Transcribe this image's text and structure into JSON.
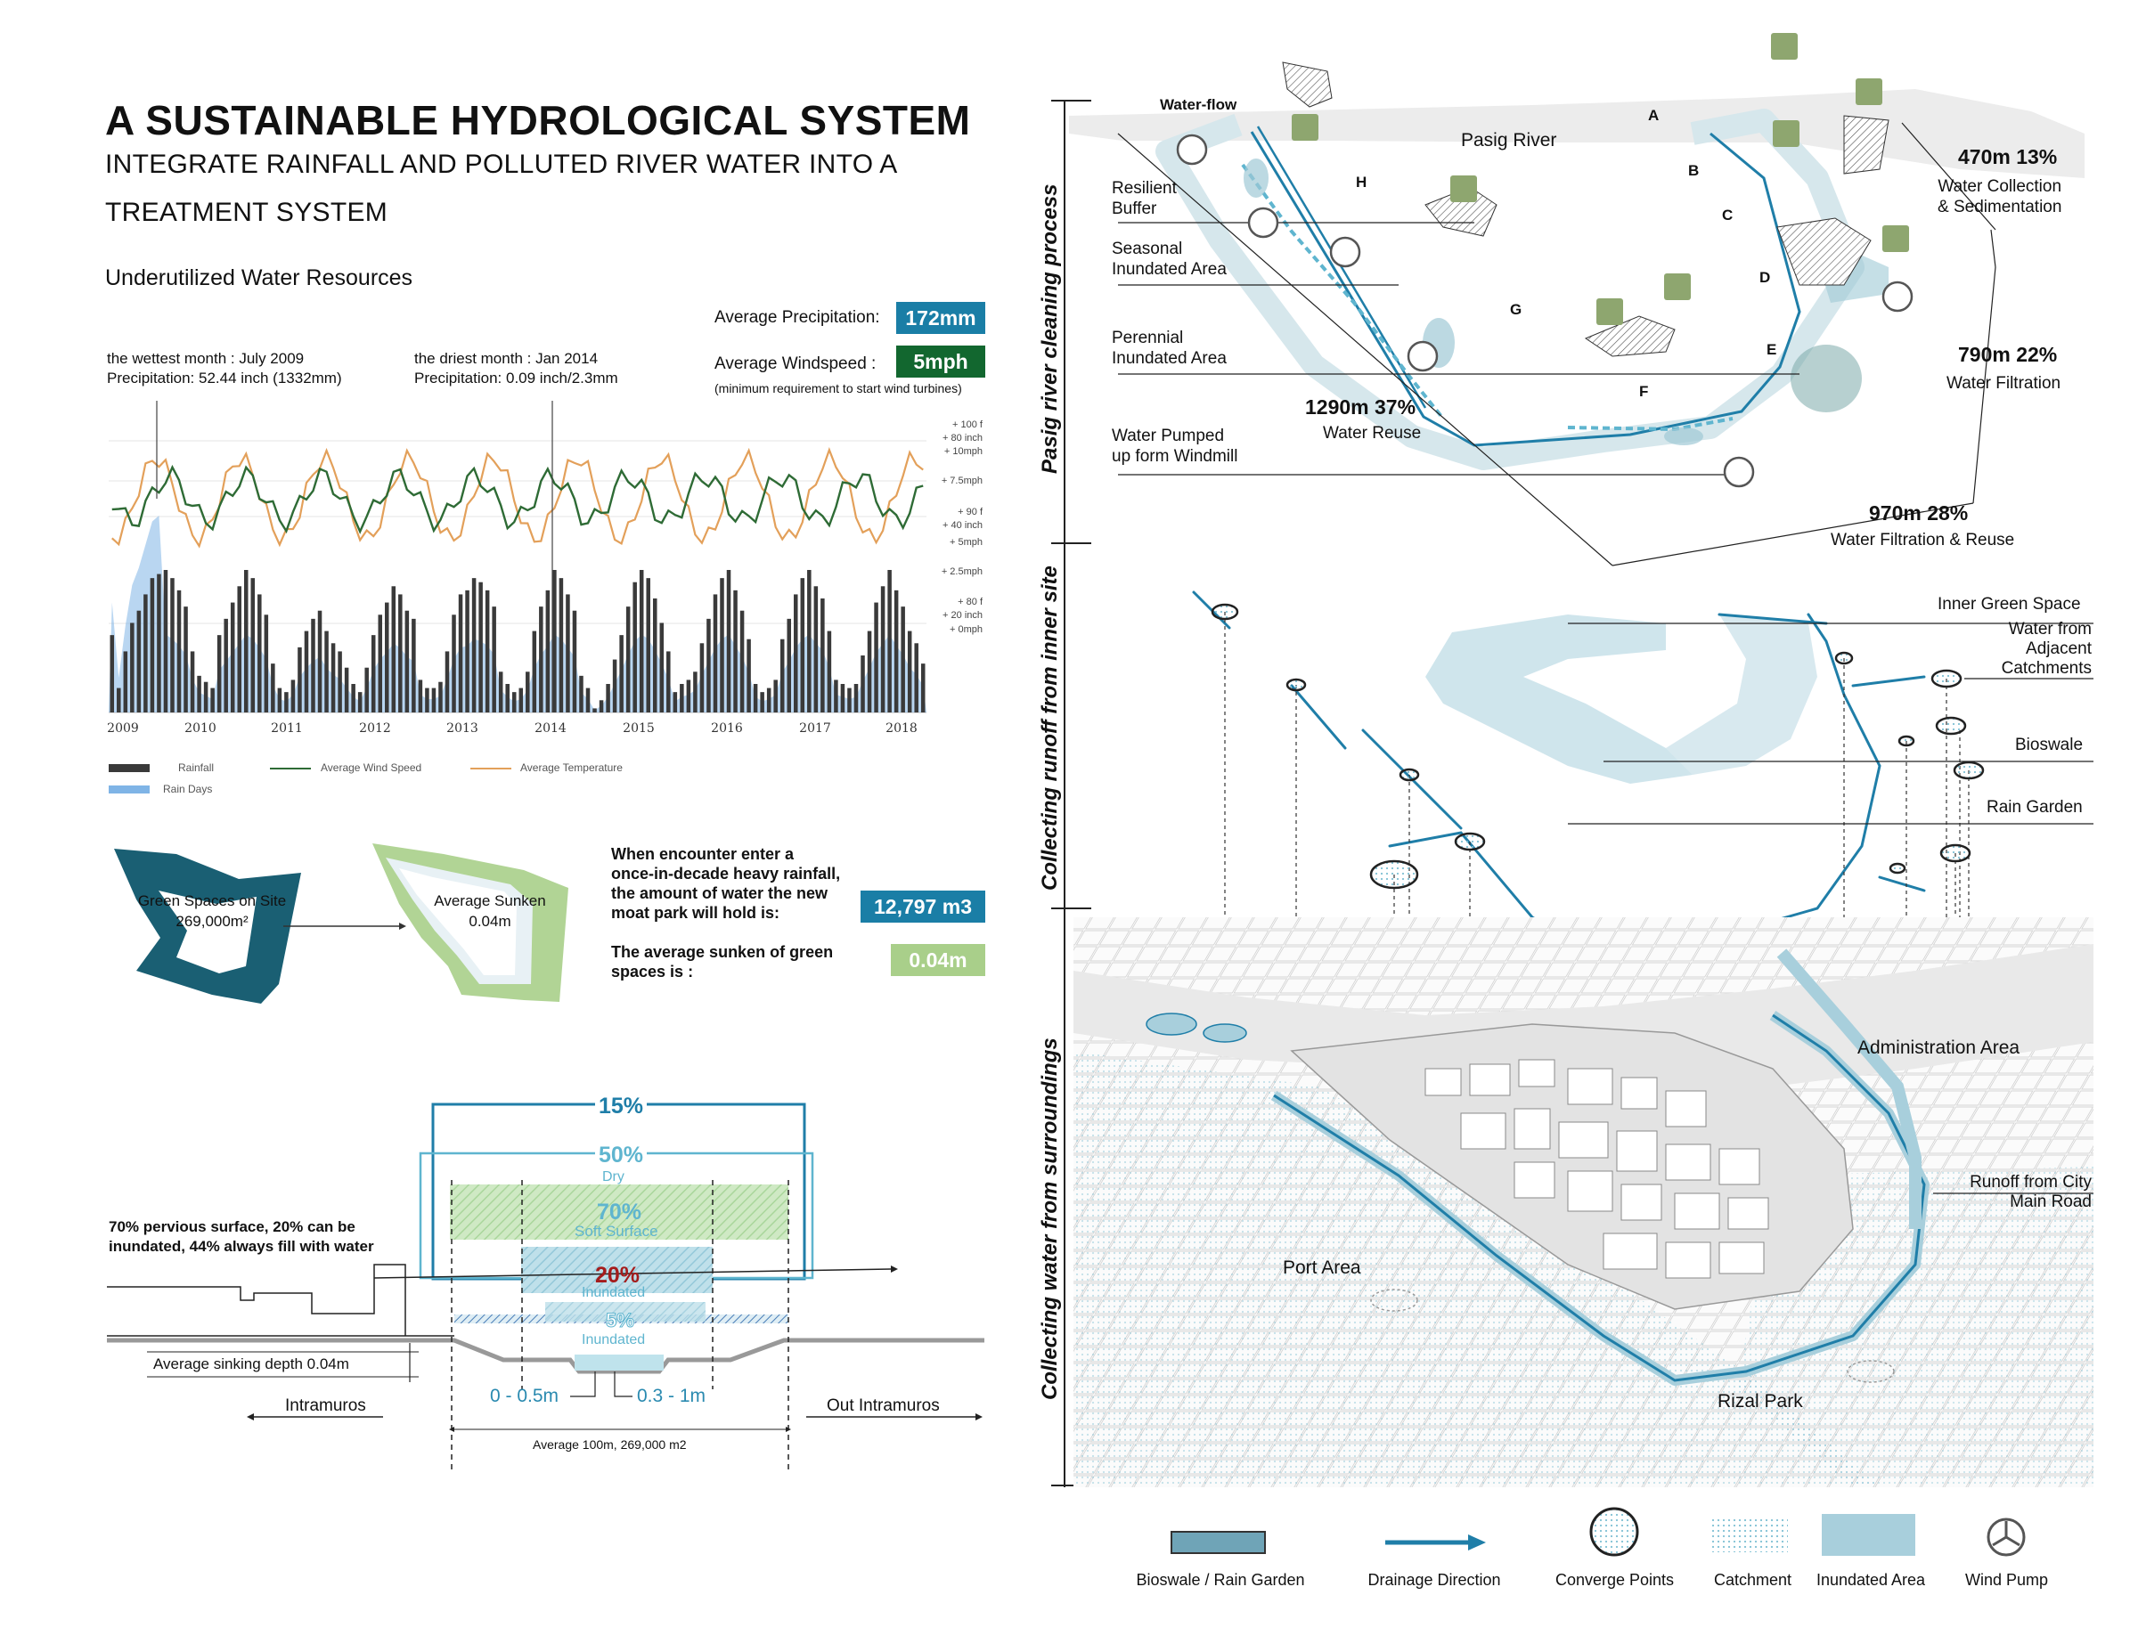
{
  "header": {
    "title": "A SUSTAINABLE HYDROLOGICAL SYSTEM",
    "subtitle_line1": "INTEGRATE RAINFALL AND POLLUTED RIVER WATER INTO  A",
    "subtitle_line2": "TREATMENT SYSTEM",
    "section": "Underutilized Water Resources"
  },
  "stats": {
    "precip_label": "Average Precipitation:",
    "precip_value": "172mm",
    "wind_label": "Average Windspeed :",
    "wind_value": "5mph",
    "wind_note": "(minimum requirement to start  wind turbines)",
    "wettest_1": "the wettest month : July 2009",
    "wettest_2": "Precipitation: 52.44 inch (1332mm)",
    "driest_1": "the driest month : Jan 2014",
    "driest_2": "Precipitation: 0.09 inch/2.3mm",
    "colors": {
      "precip": "#1a7ea6",
      "wind": "#12672f",
      "lightgreen": "#a9cf8a"
    }
  },
  "chart_data": {
    "type": "bar",
    "years": [
      "2009",
      "2010",
      "2011",
      "2012",
      "2013",
      "2014",
      "2015",
      "2016",
      "2017",
      "2018"
    ],
    "right_axis": [
      "+ 100 f",
      "+ 80 inch",
      "+ 10mph",
      "+ 7.5mph",
      "+ 90 f",
      "+ 40 inch",
      "+ 5mph",
      "+ 2.5mph",
      "+ 80 f",
      "+ 20 inch",
      "+ 0mph"
    ],
    "legend": [
      "Rainfall",
      "Average Wind Speed",
      "Average Temperature",
      "Rain Days"
    ],
    "series_colors": {
      "rainfall": "#3a3a3a",
      "wind": "#2e6b35",
      "temperature": "#e3a05a",
      "raindays": "#7fb4e6"
    },
    "rainfall": [
      38,
      12,
      30,
      44,
      50,
      58,
      66,
      68,
      70,
      66,
      60,
      52,
      30,
      18,
      15,
      12,
      38,
      46,
      54,
      62,
      70,
      66,
      58,
      48,
      24,
      12,
      10,
      16,
      32,
      40,
      46,
      50,
      40,
      34,
      30,
      22,
      14,
      10,
      22,
      38,
      48,
      54,
      62,
      58,
      50,
      46,
      16,
      12,
      12,
      15,
      30,
      48,
      58,
      60,
      66,
      64,
      60,
      52,
      20,
      14,
      10,
      12,
      20,
      40,
      52,
      60,
      70,
      66,
      58,
      50,
      18,
      12,
      2,
      6,
      14,
      26,
      38,
      52,
      64,
      70,
      66,
      56,
      44,
      30,
      10,
      14,
      16,
      20,
      34,
      46,
      58,
      66,
      70,
      60,
      50,
      36,
      14,
      10,
      12,
      16,
      36,
      46,
      58,
      66,
      70,
      62,
      56,
      40,
      16,
      14,
      12,
      14,
      28,
      40,
      54,
      62,
      70,
      60,
      52,
      40,
      34,
      24
    ]
  },
  "site": {
    "green_label_1": "Green Spaces on Site",
    "green_label_2": "269,000m²",
    "sunken_label_1": "Average Sunken",
    "sunken_label_2": "0.04m",
    "q1_l1": "When encounter enter a",
    "q1_l2": "once-in-decade heavy rainfall,",
    "q1_l3": "the amount of water the new",
    "q1_l4": "moat park will hold is:",
    "q1_value": "12,797 m3",
    "q2_l1": "The average sunken of green",
    "q2_l2": "spaces is :",
    "q2_value": "0.04m"
  },
  "section_diagram": {
    "p15": "15%",
    "p50": "50%",
    "dry": "Dry",
    "p70": "70%",
    "soft": "Soft Surface",
    "p20": "20%",
    "inund1": "Inundated",
    "p5": "5%",
    "inund2": "Inundated",
    "note_1": "70% pervious surface, 20% can be",
    "note_2": "inundated, 44% always fill with water",
    "sink_depth": "Average sinking depth 0.04m",
    "intramuros": "Intramuros",
    "out_intramuros": "Out Intramuros",
    "depth_a": "0 - 0.5m",
    "depth_b": "0.3 - 1m",
    "width_note": "Average 100m, 269,000 m2"
  },
  "right_top": {
    "vertical_1": "Pasig river cleaning process",
    "waterflow": "Water-flow",
    "pasig": "Pasig River",
    "buffer_1": "Resilient",
    "buffer_2": "Buffer",
    "seasonal_1": "Seasonal",
    "seasonal_2": "Inundated Area",
    "perennial_1": "Perennial",
    "perennial_2": "Inundated Area",
    "pumped_1": "Water Pumped",
    "pumped_2": "up form Windmill",
    "letters": [
      "A",
      "B",
      "C",
      "D",
      "E",
      "F",
      "G",
      "H"
    ],
    "s1_val": "470m 13%",
    "s1_l1": "Water Collection",
    "s1_l2": "& Sedimentation",
    "s2_val": "790m 22%",
    "s2_l1": "Water Filtration",
    "s3_val": "1290m 37%",
    "s3_l1": "Water Reuse",
    "s4_val": "970m 28%",
    "s4_l1": "Water Filtration & Reuse"
  },
  "right_bottom": {
    "vertical_2": "Collecting runoff from inner site",
    "vertical_3": "Collecting water from  surroundings",
    "inner_green": "Inner Green Space",
    "adj_1": "Water from",
    "adj_2": "Adjacent",
    "adj_3": "Catchments",
    "bioswale": "Bioswale",
    "rain_garden": "Rain Garden",
    "admin": "Administration Area",
    "runoff_1": "Runoff from City",
    "runoff_2": "Main Road",
    "port": "Port Area",
    "rizal": "Rizal Park"
  },
  "legend": {
    "bioswale": "Bioswale / Rain Garden",
    "drainage": "Drainage Direction",
    "converge": "Converge Points",
    "catchment": "Catchment",
    "inundated": "Inundated Area",
    "windpump": "Wind Pump"
  }
}
